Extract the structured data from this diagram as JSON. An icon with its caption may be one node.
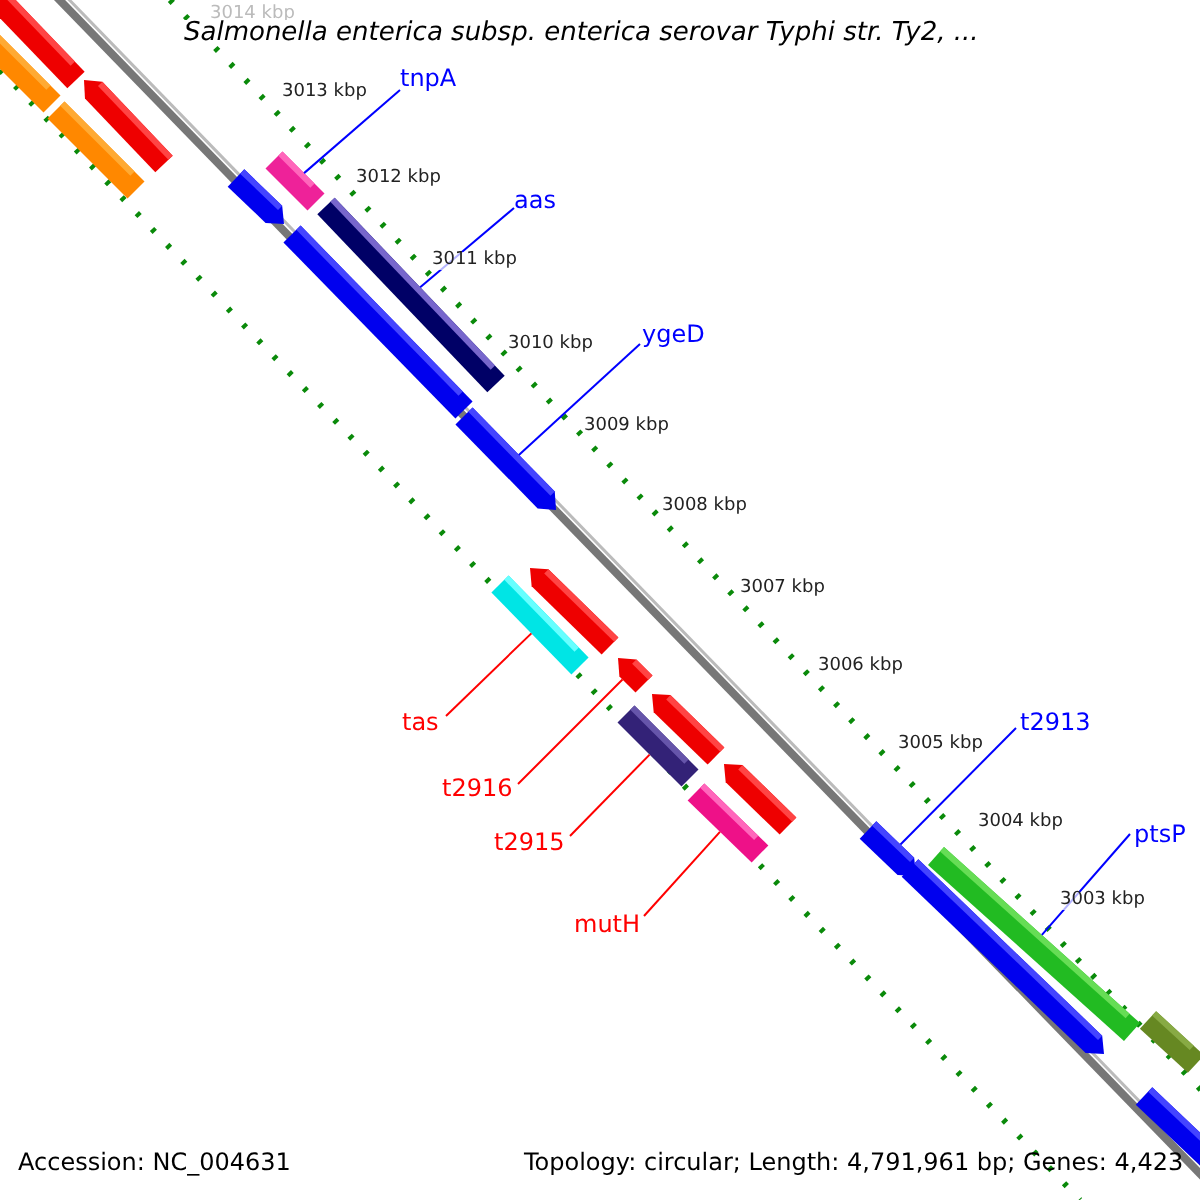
{
  "diagram": {
    "title": "Salmonella enterica subsp. enterica serovar Typhi str. Ty2, ...",
    "nodes": [
      {
        "text": [
          "tnpA"
        ]
      },
      {
        "text": [],
        "shape": "bar"
      },
      {
        "text": [
          "aas"
        ]
      },
      {
        "text": [],
        "shape": "bar"
      },
      {
        "text": [
          "ygeD"
        ]
      },
      {
        "text": [],
        "shape": "bar"
      },
      {
        "text": [
          "tas"
        ]
      },
      {
        "text": [],
        "shape": "bar"
      },
      {
        "text": [
          "t2916"
        ]
      },
      {
        "text": [],
        "shape": "bar"
      },
      {
        "text": [
          "t2915"
        ]
      },
      {
        "text": [],
        "shape": "bar"
      },
      {
        "text": [
          "mutH"
        ]
      },
      {
        "text": [],
        "shape": "bar"
      },
      {
        "text": [
          "t2913"
        ]
      },
      {
        "text": [],
        "shape": "bar"
      },
      {
        "text": [
          "ptsP"
        ]
      },
      {
        "text": [],
        "shape": "bar"
      },
      {
        "text": [],
        "shape": "bar"
      },
      {
        "text": [],
        "shape": "bar"
      },
      {
        "text": [],
        "shape": "bar"
      },
      {
        "text": [],
        "shape": "bar"
      },
      {
        "text": [],
        "shape": "bar"
      },
      {
        "text": [],
        "shape": "bar"
      },
      {
        "text": [],
        "shape": "bar"
      },
      {
        "text": [],
        "shape": "bar"
      },
      {
        "text": [],
        "shape": "bar"
      },
      {
        "text": [],
        "shape": "bar"
      },
      {
        "text": [],
        "shape": "bar"
      },
      {
        "text": [],
        "shape": "bar"
      }
    ],
    "edges": [
      {
        "from": 0,
        "to": 1,
        "arrow": "none"
      },
      {
        "from": 2,
        "to": 3,
        "arrow": "none"
      },
      {
        "from": 4,
        "to": 5,
        "arrow": "none"
      },
      {
        "from": 6,
        "to": 7,
        "arrow": "none",
        "color": "#ff0000"
      },
      {
        "from": 8,
        "to": 9,
        "arrow": "none",
        "color": "#ff0000"
      },
      {
        "from": 10,
        "to": 11,
        "arrow": "none",
        "color": "#ff0000"
      },
      {
        "from": 12,
        "to": 13,
        "arrow": "none",
        "color": "#ff0000"
      },
      {
        "from": 14,
        "to": 15,
        "arrow": "none"
      },
      {
        "from": 16,
        "to": 17,
        "arrow": "none"
      }
    ],
    "labels": [
      "3014 kbp",
      "3013 kbp",
      "3012 kbp",
      "3011 kbp",
      "3010 kbp",
      "3009 kbp",
      "3008 kbp",
      "3007 kbp",
      "3006 kbp",
      "3005 kbp",
      "3004 kbp",
      "3003 kbp",
      "Accession: NC_004631",
      "Topology: circular; Length: 4,791,961 bp; Genes: 4,423"
    ]
  }
}
